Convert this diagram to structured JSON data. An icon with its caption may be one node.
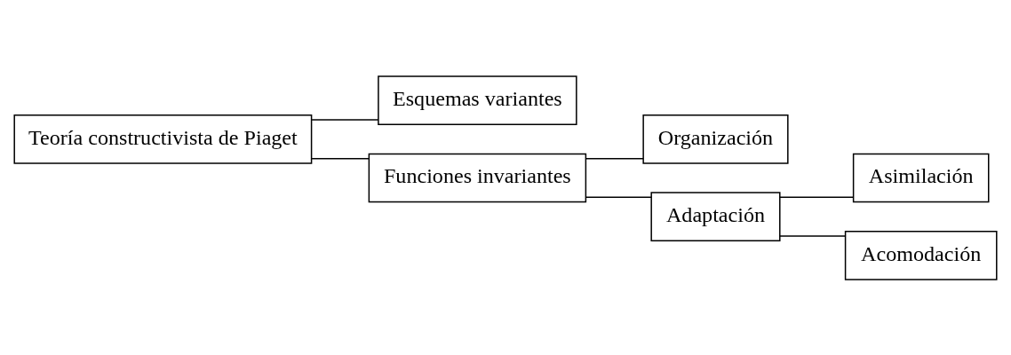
{
  "diagram": {
    "nodes": [
      {
        "text": [
          "Teoría constructivista de Piaget"
        ]
      },
      {
        "text": [
          "Esquemas variantes"
        ]
      },
      {
        "text": [
          "Funciones invariantes"
        ]
      },
      {
        "text": [
          "Organización"
        ]
      },
      {
        "text": [
          "Adaptación"
        ]
      },
      {
        "text": [
          "Asimilación"
        ]
      },
      {
        "text": [
          "Acomodación"
        ]
      }
    ],
    "edges": [
      {
        "from": 0,
        "to": 1,
        "arrow": "none"
      },
      {
        "from": 0,
        "to": 2,
        "arrow": "none"
      },
      {
        "from": 2,
        "to": 3,
        "arrow": "none"
      },
      {
        "from": 2,
        "to": 4,
        "arrow": "none"
      },
      {
        "from": 4,
        "to": 5,
        "arrow": "none"
      },
      {
        "from": 4,
        "to": 6,
        "arrow": "none"
      }
    ]
  }
}
